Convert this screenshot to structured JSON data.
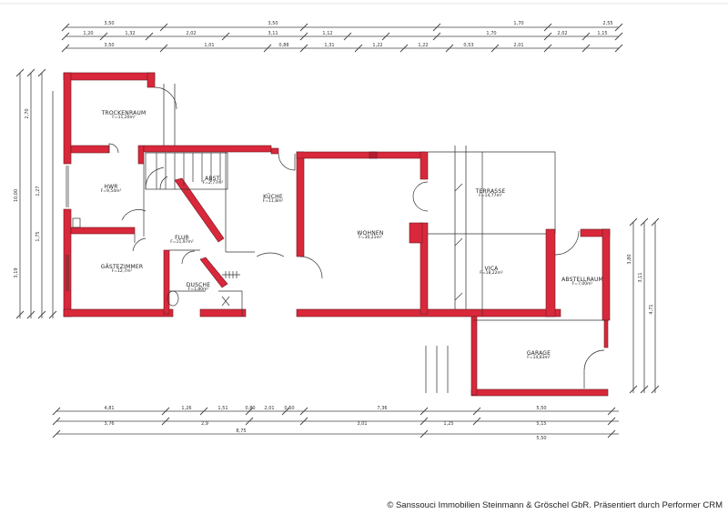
{
  "colors": {
    "wall": "#d9283b",
    "line": "#333333",
    "background": "#ffffff"
  },
  "rooms": {
    "trockenraum": {
      "name": "TROCKENRAUM",
      "area": "F=11,20m²"
    },
    "hwr": {
      "name": "HWR",
      "area": "F=9,54m²"
    },
    "abst": {
      "name": "ABST.",
      "area": "F=2,77m²"
    },
    "kueche": {
      "name": "KÜCHE",
      "area": "F=11,8m²"
    },
    "flur": {
      "name": "FLUR",
      "area": "F=11,97m²"
    },
    "gaestezimmer": {
      "name": "GÄSTEZIMMER",
      "area": "F=12,7m²"
    },
    "dusche": {
      "name": "DUSCHE",
      "area": "F=1,80m²"
    },
    "wohnen": {
      "name": "WOHNEN",
      "area": "F=30,21m²"
    },
    "terrasse": {
      "name": "TERRASSE",
      "area": "F=14,77m²"
    },
    "vica": {
      "name": "VICA",
      "area": "F=18,22m²"
    },
    "abstellraum": {
      "name": "ABSTELLRAUM",
      "area": "F=7,00m²"
    },
    "garage": {
      "name": "GARAGE",
      "area": "F=14,83m²"
    }
  },
  "dimensions": {
    "top_row1": [
      "3,50",
      "3,50",
      "1,70",
      "2,55"
    ],
    "top_row2": [
      "1,20",
      "1,32",
      "2,02",
      "3,11",
      "1,12",
      "1,70",
      "2,02",
      "1,15"
    ],
    "top_row3": [
      "3,50",
      "1,01",
      "0,88",
      "1,31",
      "1,22",
      "1,22",
      "0,53",
      "2,01"
    ],
    "bottom_row1": [
      "4,81",
      "1,26",
      "1,51",
      "0,80",
      "2,01",
      "0,50",
      "7,36",
      "5,50"
    ],
    "bottom_row2": [
      "3,76",
      "2,9",
      "3,01",
      "1,25",
      "5,15"
    ],
    "bottom_row3": [
      "8,75",
      "5,50"
    ],
    "left": [
      "10,00",
      "3,19",
      "2,70",
      "1,27",
      "1,75"
    ],
    "right": [
      "3,80",
      "3,11",
      "4,71"
    ]
  },
  "footer": "© Sanssouci Immobilien Steinmann & Gröschel GbR. Präsentiert durch Performer CRM"
}
